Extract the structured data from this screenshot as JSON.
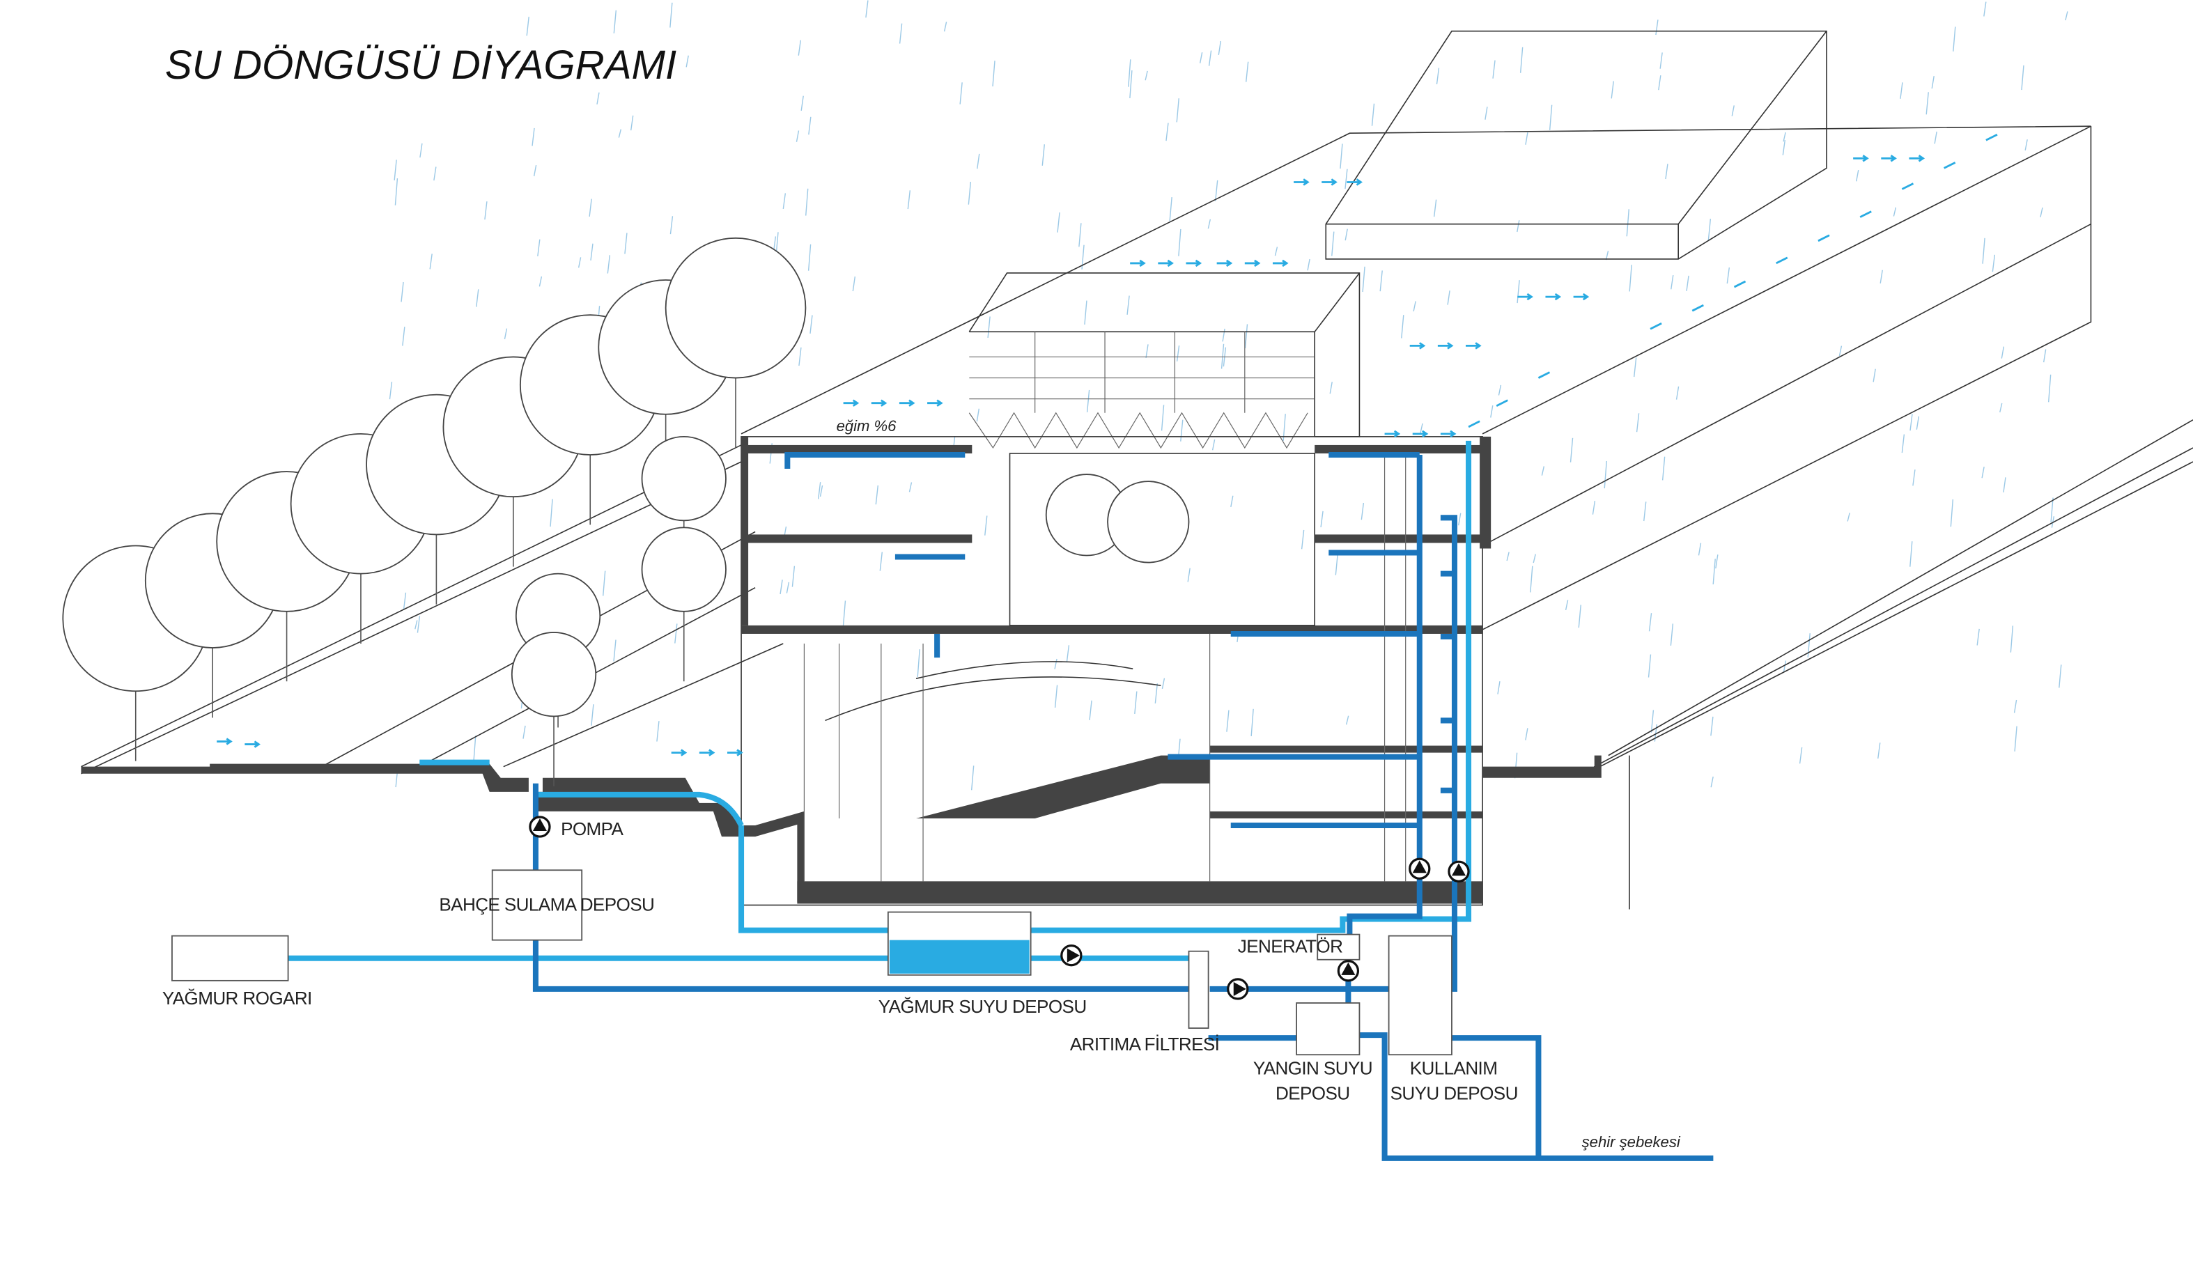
{
  "title": "SU DÖNGÜSÜ DİYAGRAMI",
  "colors": {
    "light_pipe": "#29abe2",
    "dark_pipe": "#1b75bc",
    "rain": "#9cc9e6"
  },
  "annotations": {
    "slope": "eğim %6",
    "city_network": "şehir şebekesi"
  },
  "components": {
    "pump": "POMPA",
    "garden_tank": "BAHÇE SULAMA DEPOSU",
    "rain_manhole": "YAĞMUR ROGARI",
    "rainwater_tank": "YAĞMUR SUYU DEPOSU",
    "filter": "ARITIMA FİLTRESİ",
    "generator": "JENERATÖR",
    "fire_tank_1": "YANGIN SUYU",
    "fire_tank_2": "DEPOSU",
    "usage_tank_1": "KULLANIM",
    "usage_tank_2": "SUYU DEPOSU"
  },
  "icons": [
    "pump-icon",
    "flow-arrow-icon",
    "tree-icon",
    "rain-icon"
  ]
}
